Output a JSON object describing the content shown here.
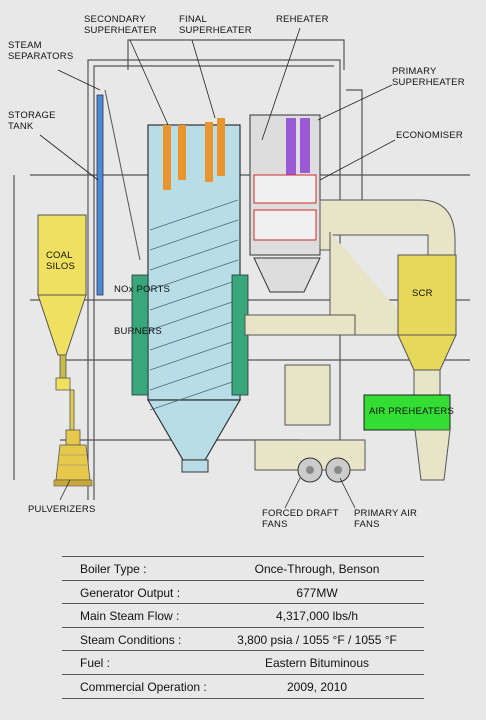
{
  "labels": {
    "secondary_superheater": "SECONDARY\nSUPERHEATER",
    "final_superheater": "FINAL\nSUPERHEATER",
    "reheater": "REHEATER",
    "steam_separators": "STEAM\nSEPARATORS",
    "primary_superheater": "PRIMARY\nSUPERHEATER",
    "storage_tank": "STORAGE\nTANK",
    "economiser": "ECONOMISER",
    "coal_silos": "COAL\nSILOS",
    "scr": "SCR",
    "nox_ports": "NOx PORTS",
    "burners": "BURNERS",
    "air_preheaters": "AIR PREHEATERS",
    "pulverizers": "PULVERIZERS",
    "forced_draft_fans": "FORCED DRAFT\nFANS",
    "primary_air_fans": "PRIMARY AIR\nFANS"
  },
  "specs": [
    {
      "label": "Boiler Type :",
      "value": "Once-Through, Benson"
    },
    {
      "label": "Generator Output :",
      "value": "677MW"
    },
    {
      "label": "Main Steam Flow :",
      "value": "4,317,000 lbs/h"
    },
    {
      "label": "Steam Conditions :",
      "value": "3,800 psia / 1055 °F / 1055 °F"
    },
    {
      "label": "Fuel :",
      "value": "Eastern Bituminous"
    },
    {
      "label": "Commercial Operation :",
      "value": "2009,  2010"
    }
  ],
  "colors": {
    "furnace": "#b9dde6",
    "coal_silo": "#f0e060",
    "scr": "#e6d85a",
    "burner_panel": "#3aa77a",
    "air_preheater": "#33dd33",
    "superheater_orange": "#e8952e",
    "reheater_purple": "#9b59d6",
    "economiser_red": "#cc2a2a",
    "steel": "#555555"
  }
}
